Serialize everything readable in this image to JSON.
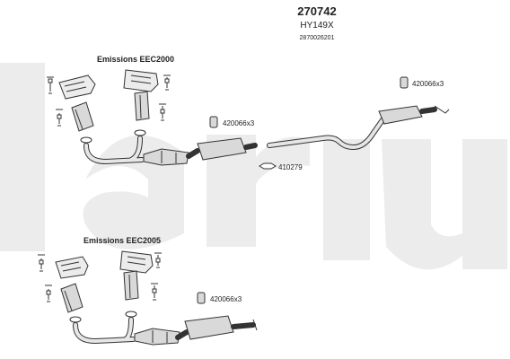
{
  "header": {
    "part_number": "270742",
    "model_code": "HY149X",
    "reference": "2870026201"
  },
  "sections": [
    {
      "label": "Emissions EEC2000"
    },
    {
      "label": "Emissions EEC2005"
    }
  ],
  "callouts": [
    {
      "code": "420066x3",
      "icon": "clamp-icon"
    },
    {
      "code": "420066x3",
      "icon": "clamp-icon"
    },
    {
      "code": "410279",
      "icon": "gasket-ring-icon"
    },
    {
      "code": "420066x3",
      "icon": "clamp-icon"
    }
  ],
  "colors": {
    "watermark": "#ececec",
    "line": "#333333",
    "part_fill": "#d9d9d9"
  }
}
